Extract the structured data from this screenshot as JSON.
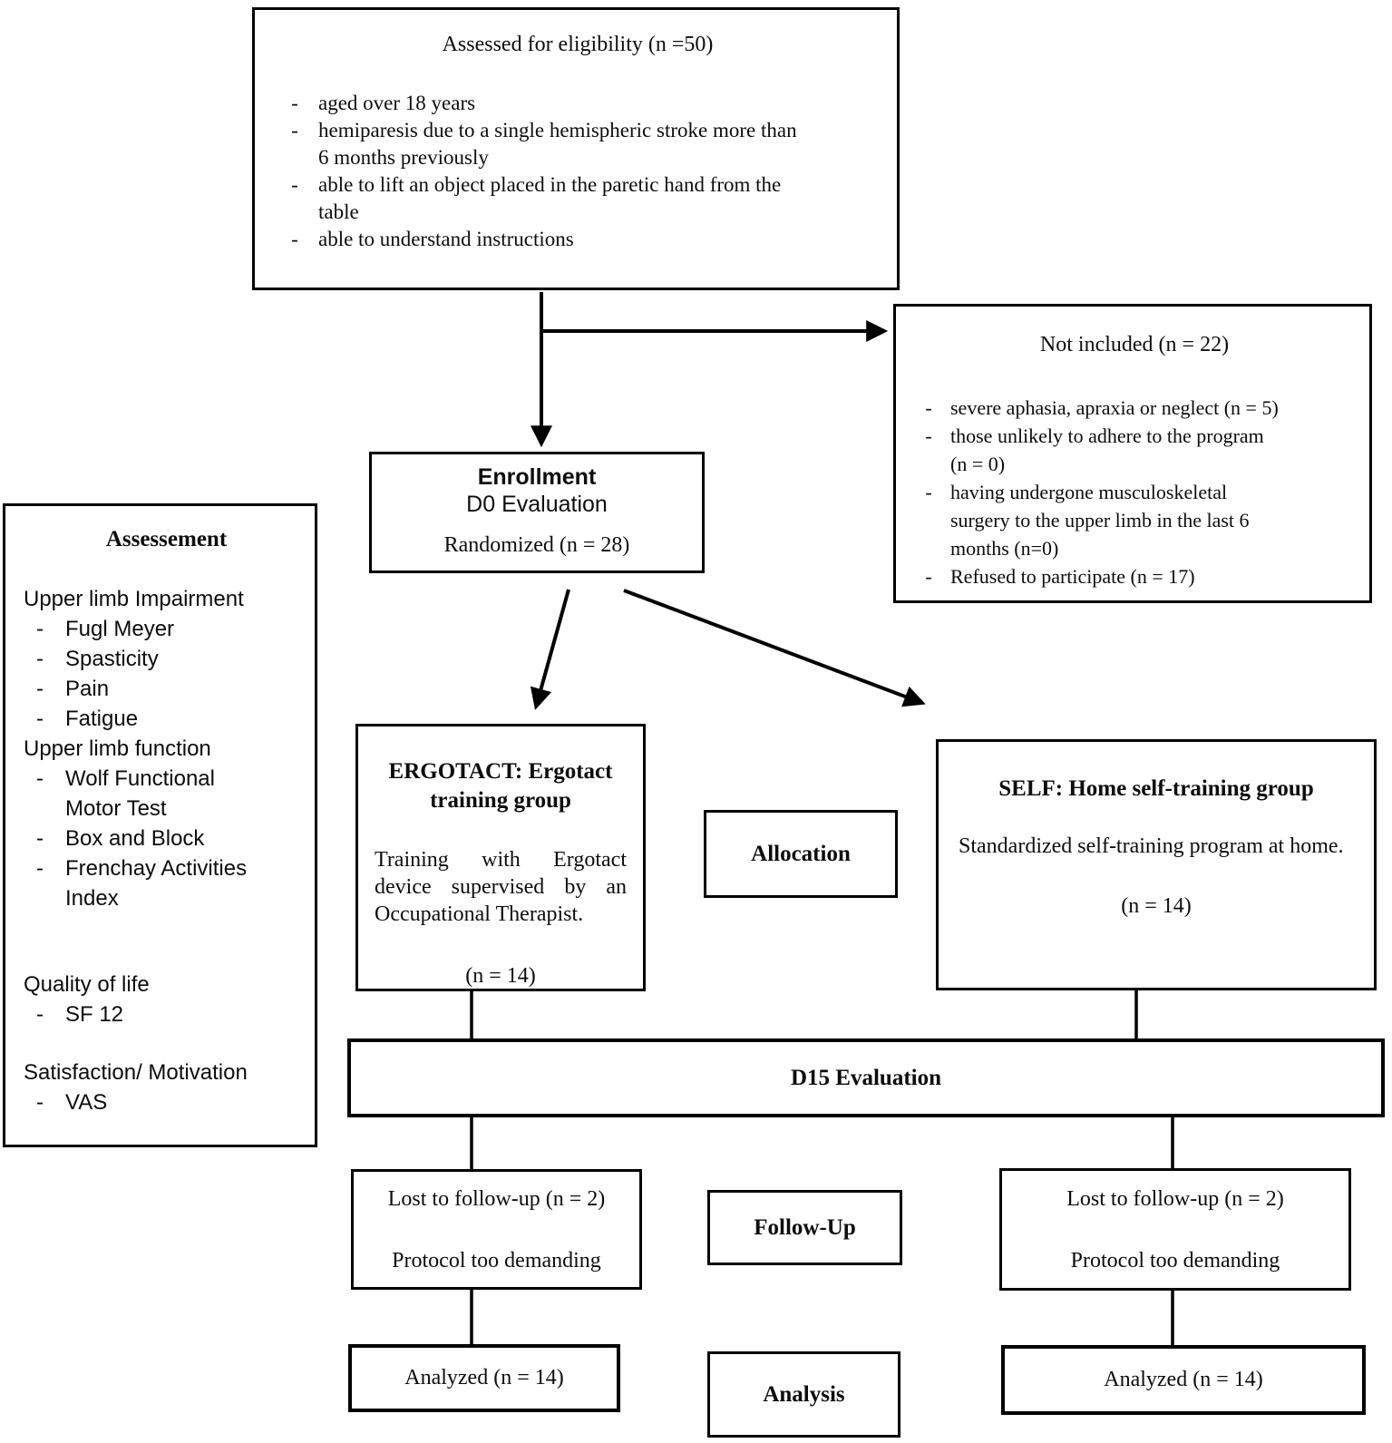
{
  "bullet": "-",
  "eligibility": {
    "title": "Assessed for eligibility (n =50)",
    "items": [
      "aged over 18 years",
      "hemiparesis due to a single hemispheric stroke more than\n6 months previously",
      "able to lift an object placed in the paretic hand from the\ntable",
      "able to understand instructions"
    ]
  },
  "not_included": {
    "title": "Not included (n = 22)",
    "items": [
      "severe aphasia, apraxia or neglect (n = 5)",
      "those unlikely to adhere to the program\n(n = 0)",
      "having undergone musculoskeletal\nsurgery to the upper limb in the last 6\nmonths (n=0)",
      "Refused to participate (n = 17)"
    ]
  },
  "enrollment": {
    "title": "Enrollment",
    "subtitle": "D0 Evaluation",
    "randomized": "Randomized (n = 28)"
  },
  "assessment": {
    "title": "Assessement",
    "groups": [
      {
        "heading": "Upper limb Impairment",
        "items": [
          "Fugl Meyer",
          "Spasticity",
          "Pain",
          "Fatigue"
        ]
      },
      {
        "heading": "Upper limb function",
        "items": [
          "Wolf Functional\nMotor Test",
          "Box and Block",
          "Frenchay Activities\nIndex"
        ]
      },
      {
        "heading": "Quality of life",
        "items": [
          "SF 12"
        ]
      },
      {
        "heading": "Satisfaction/ Motivation",
        "items": [
          "VAS"
        ]
      }
    ]
  },
  "ergotact": {
    "title": "ERGOTACT: Ergotact training group",
    "body": "Training with Ergotact device supervised by an Occupational Therapist.",
    "n": "(n = 14)"
  },
  "allocation": {
    "label": "Allocation"
  },
  "self_group": {
    "title": "SELF: Home self-training group",
    "body": "Standardized self-training program at home.",
    "n": "(n = 14)"
  },
  "d15": {
    "label": "D15 Evaluation"
  },
  "followup": {
    "label": "Follow-Up",
    "left": {
      "line1": "Lost to follow-up (n = 2)",
      "line2": "Protocol too demanding"
    },
    "right": {
      "line1": "Lost to follow-up (n = 2)",
      "line2": "Protocol too demanding"
    }
  },
  "analysis": {
    "label": "Analysis",
    "left": "Analyzed (n = 14)",
    "right": "Analyzed (n = 14)"
  }
}
